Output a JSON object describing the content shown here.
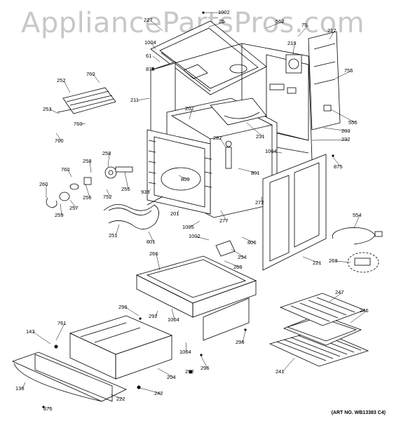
{
  "watermark": "AppliancePartsPros.com",
  "art_number": "(ART NO. WB13383 C4)",
  "callouts": [
    {
      "id": "c1002a",
      "label": "1002"
    },
    {
      "id": "c227",
      "label": "227"
    },
    {
      "id": "c25",
      "label": "25"
    },
    {
      "id": "c562",
      "label": "562"
    },
    {
      "id": "c75",
      "label": "75"
    },
    {
      "id": "c217",
      "label": "217"
    },
    {
      "id": "c1004a",
      "label": "1004"
    },
    {
      "id": "c61",
      "label": "61"
    },
    {
      "id": "c875a",
      "label": "875"
    },
    {
      "id": "c219",
      "label": "219"
    },
    {
      "id": "c755",
      "label": "755"
    },
    {
      "id": "c252",
      "label": "252"
    },
    {
      "id": "c760a",
      "label": "760"
    },
    {
      "id": "c211",
      "label": "211"
    },
    {
      "id": "c202",
      "label": "202"
    },
    {
      "id": "c253",
      "label": "253"
    },
    {
      "id": "c760b",
      "label": "760"
    },
    {
      "id": "c760c",
      "label": "760"
    },
    {
      "id": "c555",
      "label": "555"
    },
    {
      "id": "c203",
      "label": "203"
    },
    {
      "id": "c231",
      "label": "231"
    },
    {
      "id": "c232",
      "label": "232"
    },
    {
      "id": "c282",
      "label": "282"
    },
    {
      "id": "c1004b",
      "label": "1004"
    },
    {
      "id": "c875b",
      "label": "875"
    },
    {
      "id": "c258a",
      "label": "258"
    },
    {
      "id": "c258b",
      "label": "258"
    },
    {
      "id": "c760d",
      "label": "760"
    },
    {
      "id": "c801a",
      "label": "801"
    },
    {
      "id": "c809",
      "label": "809"
    },
    {
      "id": "c260",
      "label": "260"
    },
    {
      "id": "c256",
      "label": "256"
    },
    {
      "id": "c255",
      "label": "255"
    },
    {
      "id": "c752",
      "label": "752"
    },
    {
      "id": "c935",
      "label": "935"
    },
    {
      "id": "c259",
      "label": "259"
    },
    {
      "id": "c257",
      "label": "257"
    },
    {
      "id": "c272",
      "label": "272"
    },
    {
      "id": "c201",
      "label": "201"
    },
    {
      "id": "c554",
      "label": "554"
    },
    {
      "id": "c251",
      "label": "251"
    },
    {
      "id": "c801b",
      "label": "801"
    },
    {
      "id": "c1005",
      "label": "1005"
    },
    {
      "id": "c277",
      "label": "277"
    },
    {
      "id": "c1002b",
      "label": "1002"
    },
    {
      "id": "c806",
      "label": "806"
    },
    {
      "id": "c254",
      "label": "254"
    },
    {
      "id": "c266",
      "label": "266"
    },
    {
      "id": "c269",
      "label": "269"
    },
    {
      "id": "c221",
      "label": "221"
    },
    {
      "id": "c268",
      "label": "268"
    },
    {
      "id": "c247",
      "label": "247"
    },
    {
      "id": "c246",
      "label": "246"
    },
    {
      "id": "c296a",
      "label": "296"
    },
    {
      "id": "c292a",
      "label": "292"
    },
    {
      "id": "c1004c",
      "label": "1004"
    },
    {
      "id": "c143",
      "label": "143"
    },
    {
      "id": "c761",
      "label": "761"
    },
    {
      "id": "c296b",
      "label": "296"
    },
    {
      "id": "c1004d",
      "label": "1004"
    },
    {
      "id": "c241",
      "label": "241"
    },
    {
      "id": "c204",
      "label": "204"
    },
    {
      "id": "c292b",
      "label": "292"
    },
    {
      "id": "c296c",
      "label": "296"
    },
    {
      "id": "c136",
      "label": "136"
    },
    {
      "id": "c242",
      "label": "242"
    },
    {
      "id": "c222",
      "label": "222"
    },
    {
      "id": "c875c",
      "label": "875"
    }
  ]
}
